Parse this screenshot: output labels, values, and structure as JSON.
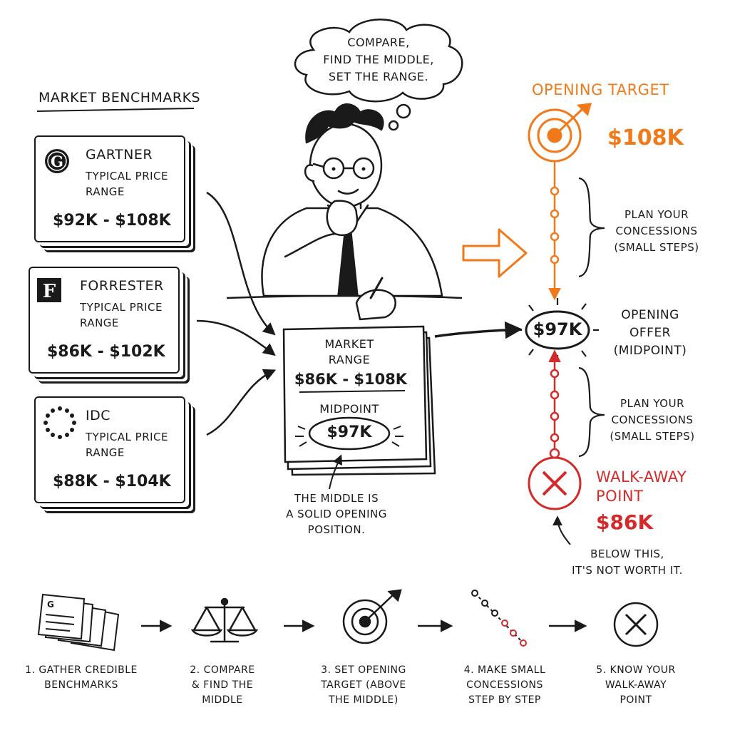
{
  "thought_bubble": [
    "COMPARE,",
    "FIND THE MIDDLE,",
    "SET THE RANGE."
  ],
  "benchmarks": {
    "title": "MARKET BENCHMARKS",
    "cards": [
      {
        "logo": "G",
        "name": "GARTNER",
        "subtitle": "TYPICAL PRICE RANGE",
        "range": "$92K - $108K"
      },
      {
        "logo": "F",
        "name": "FORRESTER",
        "subtitle": "TYPICAL PRICE RANGE",
        "range": "$86K - $102K"
      },
      {
        "logo": "",
        "name": "IDC",
        "subtitle": "TYPICAL PRICE RANGE",
        "range": "$88K - $104K"
      }
    ]
  },
  "market_sheet": {
    "label_line1": "MARKET",
    "label_line2": "RANGE",
    "range": "$86K - $108K",
    "midpoint_label": "MIDPOINT",
    "midpoint_value": "$97K"
  },
  "middle_note": [
    "THE MIDDLE IS",
    "A SOLID OPENING",
    "POSITION."
  ],
  "ladder": {
    "target_label": "OPENING TARGET",
    "target_value": "$108K",
    "concessions_top": [
      "PLAN YOUR",
      "CONCESSIONS",
      "(SMALL STEPS)"
    ],
    "offer_value": "$97K",
    "offer_label": [
      "OPENING",
      "OFFER",
      "(MIDPOINT)"
    ],
    "concessions_bottom": [
      "PLAN YOUR",
      "CONCESSIONS",
      "(SMALL STEPS)"
    ],
    "walkaway_label": [
      "WALK-AWAY",
      "POINT"
    ],
    "walkaway_value": "$86K",
    "walkaway_note": [
      "BELOW THIS,",
      "IT'S NOT WORTH IT."
    ]
  },
  "steps": [
    {
      "icon": "documents-icon",
      "lines": [
        "1. GATHER CREDIBLE",
        "BENCHMARKS"
      ]
    },
    {
      "icon": "scales-icon",
      "lines": [
        "2. COMPARE",
        "& FIND THE",
        "MIDDLE"
      ]
    },
    {
      "icon": "target-icon",
      "lines": [
        "3. SET OPENING",
        "TARGET (ABOVE",
        "THE MIDDLE)"
      ]
    },
    {
      "icon": "steps-chain-icon",
      "lines": [
        "4. MAKE SMALL",
        "CONCESSIONS",
        "STEP BY STEP"
      ]
    },
    {
      "icon": "x-circle-icon",
      "lines": [
        "5. KNOW YOUR",
        "WALK-AWAY",
        "POINT"
      ]
    }
  ],
  "colors": {
    "ink": "#1a1a1a",
    "orange": "#f07a1a",
    "red": "#d42a2a"
  }
}
